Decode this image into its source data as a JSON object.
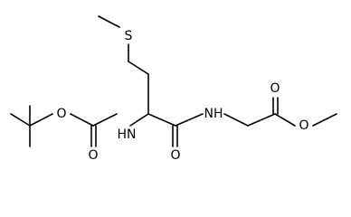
{
  "structure": {
    "atoms": {
      "s": "S",
      "nh_left": "HN",
      "nh_right": "NH",
      "o_ester_boc": "O",
      "o_carbonyl_boc": "O",
      "o_carbonyl_amide": "O",
      "o_carbonyl_ester": "O",
      "o_ester_methyl": "O"
    },
    "colors": {
      "bond": "#000000",
      "label": "#000000",
      "background": "#ffffff"
    }
  }
}
